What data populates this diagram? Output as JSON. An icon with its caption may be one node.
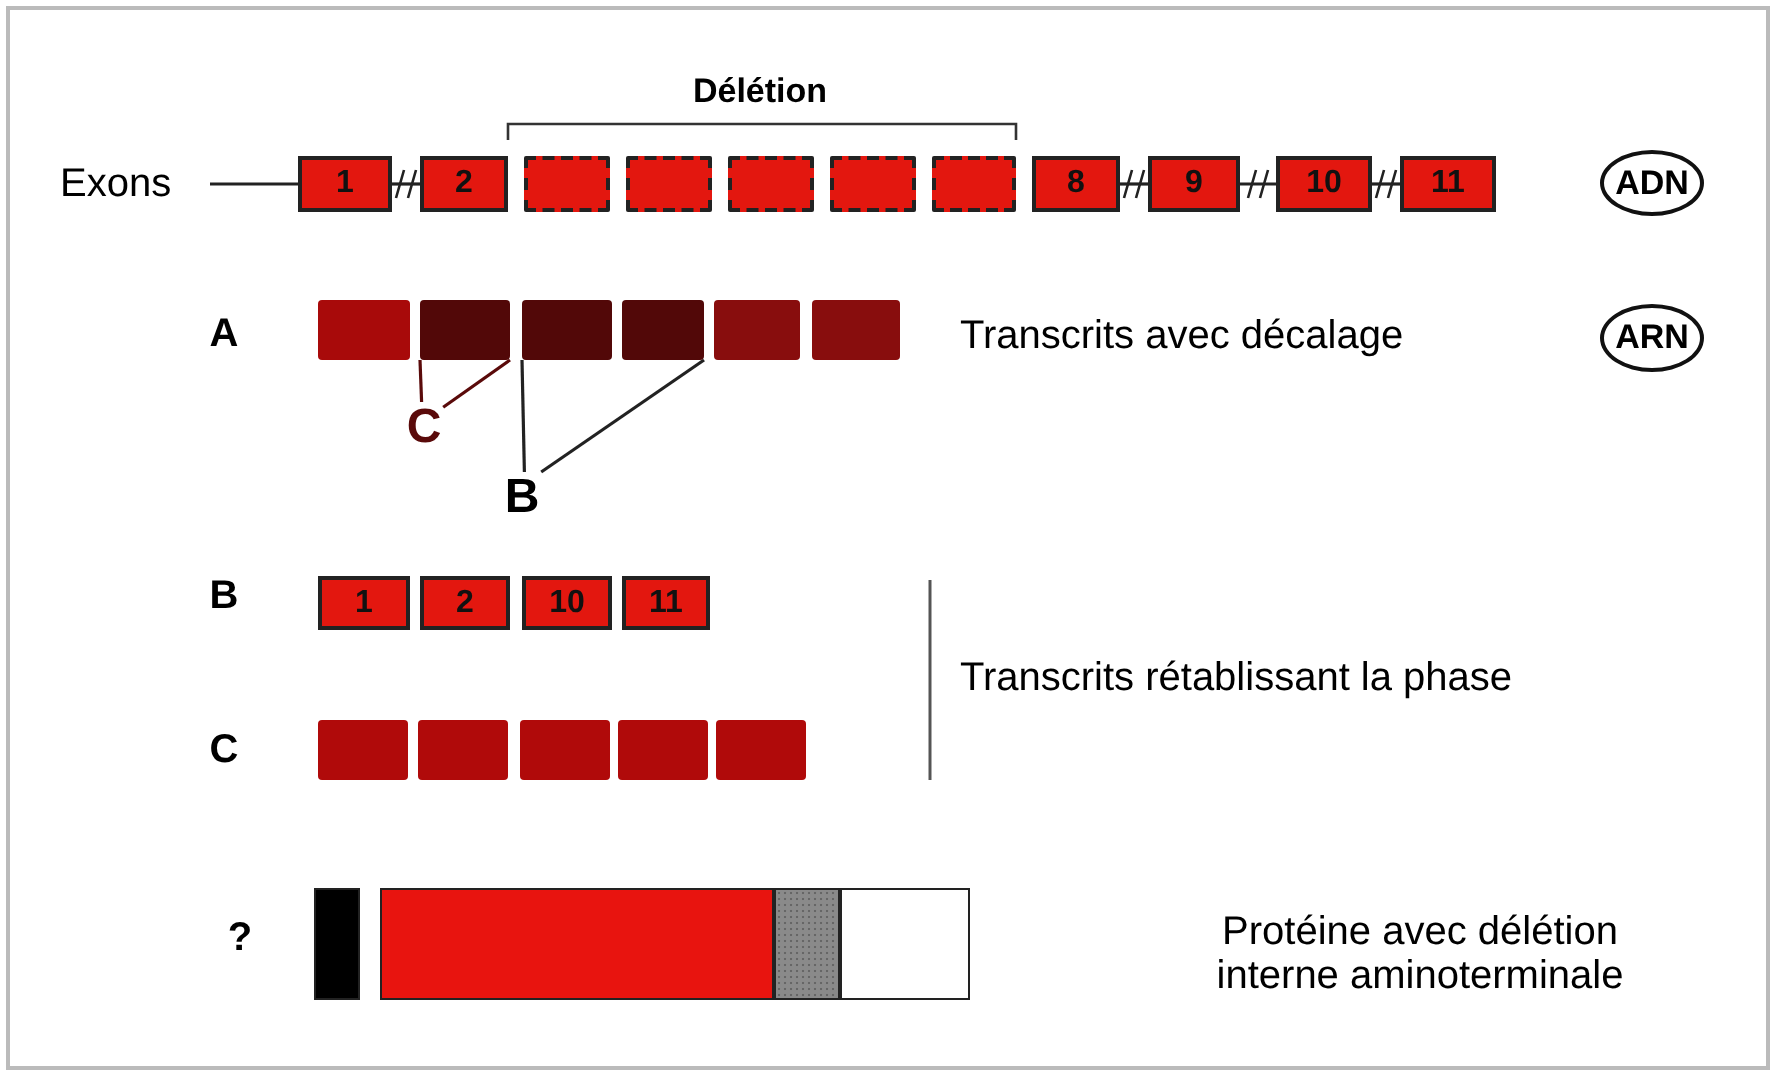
{
  "diagram": {
    "nodes": [
      {
        "text": [
          "Exons"
        ]
      },
      {
        "text": [
          "1"
        ]
      },
      {
        "text": [
          "2"
        ]
      },
      {
        "text": [],
        "shape": "box"
      },
      {
        "text": [],
        "shape": "box"
      },
      {
        "text": [],
        "shape": "box"
      },
      {
        "text": [],
        "shape": "box"
      },
      {
        "text": [],
        "shape": "box"
      },
      {
        "text": [
          "8"
        ]
      },
      {
        "text": [
          "9"
        ]
      },
      {
        "text": [
          "10"
        ]
      },
      {
        "text": [
          "11"
        ]
      },
      {
        "text": [
          "ADN"
        ]
      },
      {
        "text": [],
        "shape": "box"
      },
      {
        "text": [],
        "shape": "box"
      },
      {
        "text": [],
        "shape": "box"
      },
      {
        "text": [],
        "shape": "box"
      },
      {
        "text": [],
        "shape": "box"
      },
      {
        "text": [],
        "shape": "box"
      },
      {
        "text": [
          "ARN"
        ]
      },
      {
        "text": [
          "C"
        ]
      },
      {
        "text": [
          "B"
        ]
      },
      {
        "text": [
          "1"
        ]
      },
      {
        "text": [
          "2"
        ]
      },
      {
        "text": [
          "10"
        ]
      },
      {
        "text": [
          "11"
        ]
      },
      {
        "text": [],
        "shape": "box"
      },
      {
        "text": [],
        "shape": "box"
      },
      {
        "text": [],
        "shape": "box"
      },
      {
        "text": [],
        "shape": "box"
      },
      {
        "text": [],
        "shape": "box"
      },
      {
        "text": [],
        "shape": "bar"
      },
      {
        "text": [],
        "shape": "bar"
      },
      {
        "text": [],
        "shape": "bar"
      },
      {
        "text": [],
        "shape": "bar"
      }
    ],
    "edges": [
      {
        "from": 0,
        "to": 1,
        "arrow": "none"
      },
      {
        "from": 1,
        "to": 2,
        "arrow": "none"
      },
      {
        "from": 8,
        "to": 9,
        "arrow": "none"
      },
      {
        "from": 9,
        "to": 10,
        "arrow": "none"
      },
      {
        "from": 10,
        "to": 11,
        "arrow": "none"
      },
      {
        "from": 20,
        "to": 14,
        "arrow": "none"
      },
      {
        "from": 20,
        "to": 14,
        "arrow": "none"
      },
      {
        "from": 21,
        "to": 15,
        "arrow": "none"
      },
      {
        "from": 21,
        "to": 16,
        "arrow": "none"
      }
    ],
    "labels": [
      "Délétion",
      "A",
      "Transcrits avec décalage",
      "B",
      "Transcrits rétablissant la phase",
      "C",
      "?",
      "Protéine avec délétion interne aminoterminale"
    ]
  }
}
